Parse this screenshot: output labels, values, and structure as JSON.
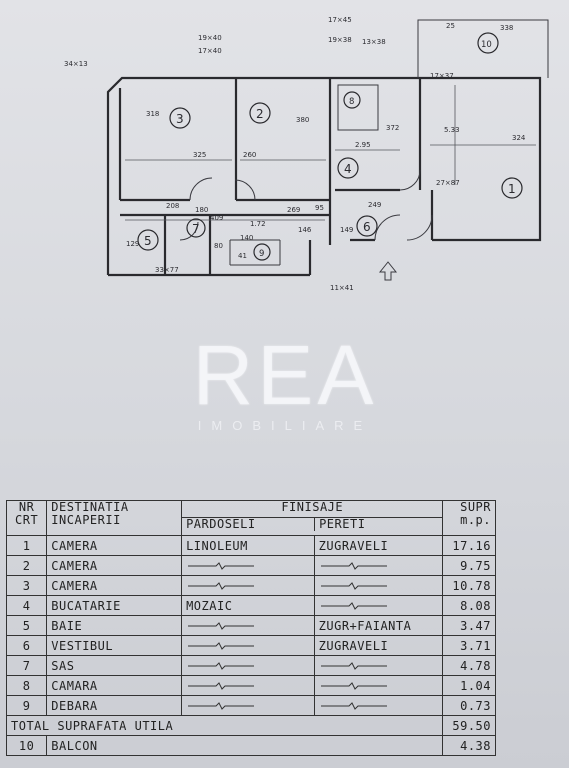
{
  "plan": {
    "rooms": [
      {
        "num": "1"
      },
      {
        "num": "2"
      },
      {
        "num": "3"
      },
      {
        "num": "4"
      },
      {
        "num": "5"
      },
      {
        "num": "6"
      },
      {
        "num": "7"
      },
      {
        "num": "8"
      },
      {
        "num": "9"
      },
      {
        "num": "10"
      }
    ],
    "dims": {
      "d_34x13": "34×13",
      "d_19x40a": "19×40",
      "d_17x40": "17×40",
      "d_17x45": "17×45",
      "d_19x38": "19×38",
      "d_13x38": "13×38",
      "d_25": "25",
      "d_338": "338",
      "d_17x37": "17×37",
      "d_318": "318",
      "d_380": "380",
      "d_325": "325",
      "d_260": "260",
      "d_295": "2.95",
      "d_372": "372",
      "d_533": "5.33",
      "d_324": "324",
      "d_27x87": "27×87",
      "d_208": "208",
      "d_180": "180",
      "d_409": "409",
      "d_172": "1.72",
      "d_269": "269",
      "d_249": "249",
      "d_129": "129",
      "d_140": "140",
      "d_146": "146",
      "d_149": "149",
      "d_33x77": "33×77",
      "d_11x41": "11×41",
      "d_80": "80",
      "d_41": "41",
      "d_95": "95"
    }
  },
  "logo": {
    "mark": "REA",
    "sub": "IMOBILIARE"
  },
  "table": {
    "head": {
      "nr": "NR",
      "crt": "CRT",
      "dest1": "DESTINATIA",
      "dest2": "INCAPERII",
      "fin": "FINISAJE",
      "floor": "PARDOSELI",
      "walls": "PERETI",
      "area1": "SUPR",
      "area2": "m.p."
    },
    "rows": [
      {
        "nr": "1",
        "name": "CAMERA",
        "floor": "LINOLEUM",
        "walls": "ZUGRAVELI",
        "area": "17.16"
      },
      {
        "nr": "2",
        "name": "CAMERA",
        "floor": "",
        "walls": "",
        "area": "9.75"
      },
      {
        "nr": "3",
        "name": "CAMERA",
        "floor": "",
        "walls": "",
        "area": "10.78"
      },
      {
        "nr": "4",
        "name": "BUCATARIE",
        "floor": "MOZAIC",
        "walls": "",
        "area": "8.08"
      },
      {
        "nr": "5",
        "name": "BAIE",
        "floor": "",
        "walls": "ZUGR+FAIANTA",
        "area": "3.47"
      },
      {
        "nr": "6",
        "name": "VESTIBUL",
        "floor": "",
        "walls": "ZUGRAVELI",
        "area": "3.71"
      },
      {
        "nr": "7",
        "name": "SAS",
        "floor": "",
        "walls": "",
        "area": "4.78"
      },
      {
        "nr": "8",
        "name": "CAMARA",
        "floor": "",
        "walls": "",
        "area": "1.04"
      },
      {
        "nr": "9",
        "name": "DEBARA",
        "floor": "",
        "walls": "",
        "area": "0.73"
      }
    ],
    "total": {
      "label": "TOTAL SUPRAFATA UTILA",
      "area": "59.50"
    },
    "balcony": {
      "nr": "10",
      "name": "BALCON",
      "area": "4.38"
    }
  }
}
